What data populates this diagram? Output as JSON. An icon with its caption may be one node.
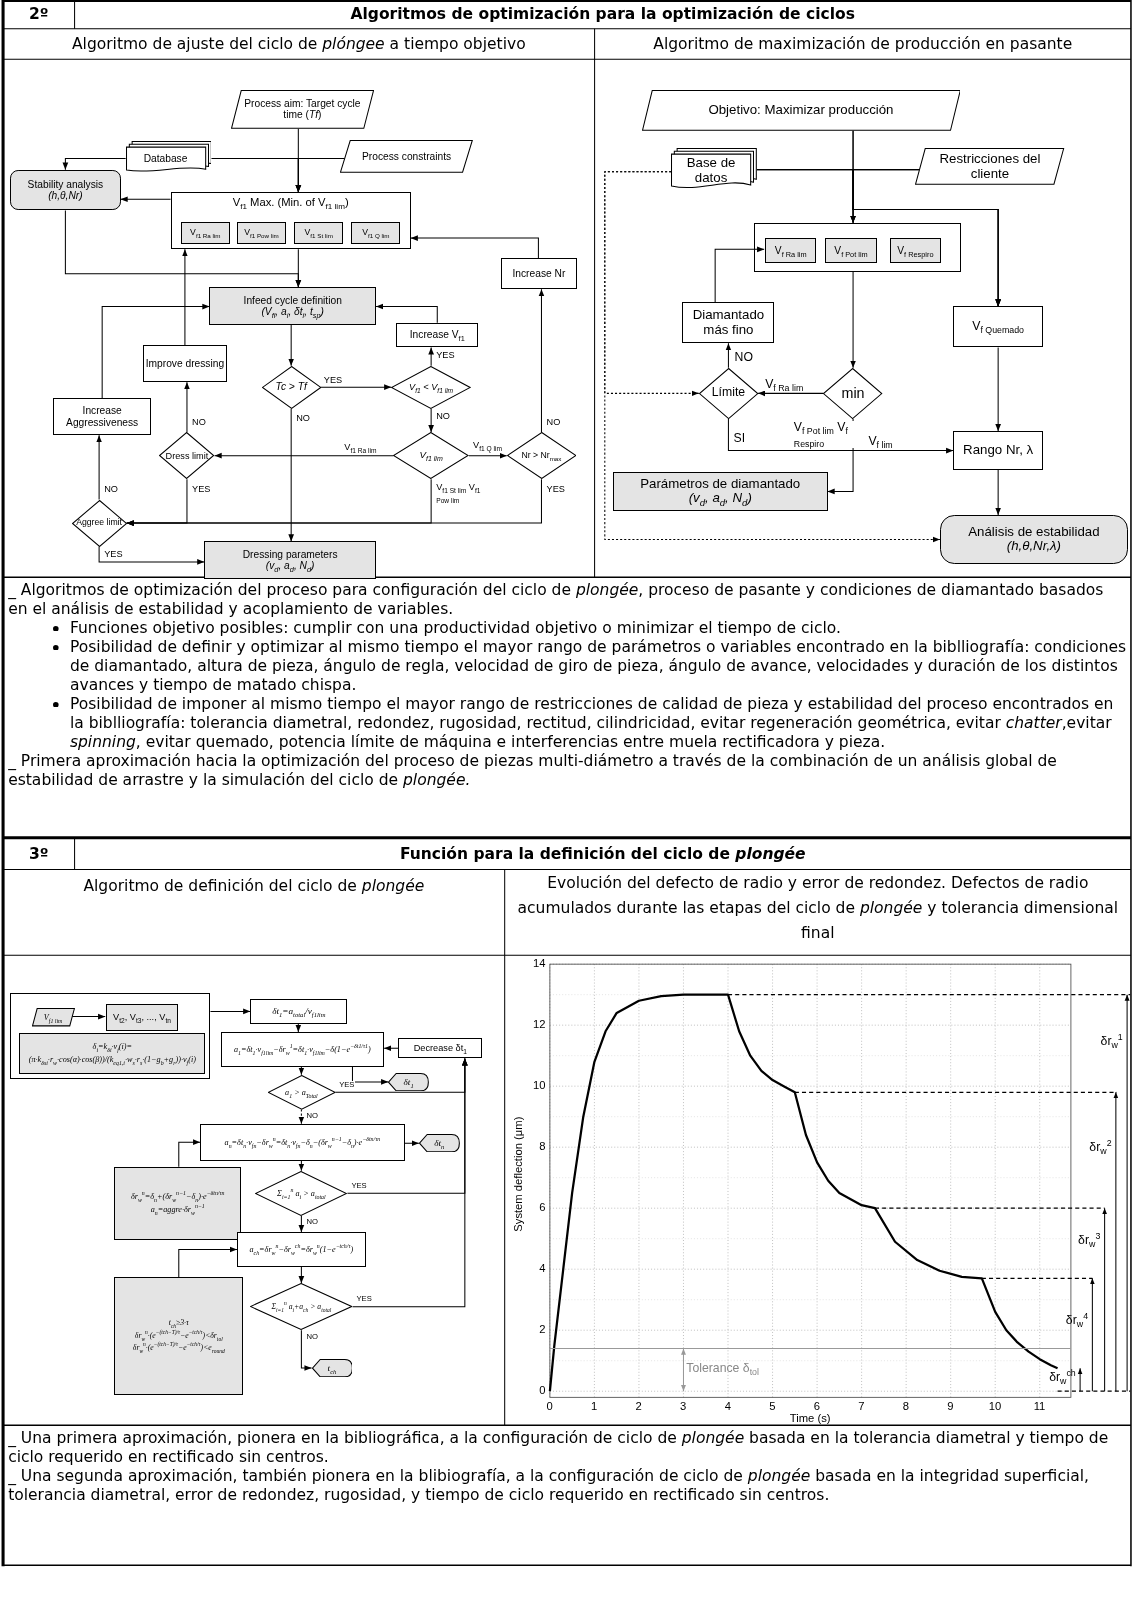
{
  "diagram": {
    "nodes": [
      {
        "text": [
          "Process aim: Target cycle time (*Tf*)"
        ]
      },
      {
        "text": [
          "Database"
        ]
      },
      {
        "text": [
          "Process constraints"
        ]
      },
      {
        "text": [
          "Stability analysis",
          "(h,θ,Nr)"
        ]
      },
      {
        "text": [
          "V$_{f1}$ Max. (Min. of V$_{f1 lim}$)"
        ]
      },
      {
        "text": [
          "V$_{f1 Ra lim}$"
        ],
        "in": 4
      },
      {
        "text": [
          "V$_{f1 Pow lim}$"
        ],
        "in": 4
      },
      {
        "text": [
          "V$_{f1 St lim}$"
        ],
        "in": 4
      },
      {
        "text": [
          "V$_{f1 Q lim}$"
        ],
        "in": 4
      },
      {
        "text": [
          "Increase Nr"
        ]
      },
      {
        "text": [
          "Infeed cycle definition",
          "(V$_{fi}$, a$_{i}$, δt$_{i}$, t$_{sp}$)"
        ]
      },
      {
        "text": [
          "Increase V$_{f1}$"
        ]
      },
      {
        "text": [
          "Improve dressing"
        ]
      },
      {
        "text": [
          "Tc > Tf"
        ]
      },
      {
        "text": [
          "V$_{f1}$ < V$_{f1 lim}$"
        ]
      },
      {
        "text": [
          "Increase Aggressiveness"
        ]
      },
      {
        "text": [
          "Dress limit"
        ]
      },
      {
        "text": [
          "V$_{f1 lim}$"
        ]
      },
      {
        "text": [
          "Nr > Nr$_{max}$"
        ]
      },
      {
        "text": [
          "Aggree limit"
        ]
      },
      {
        "text": [
          "Dressing parameters",
          "(v$_{d}$, a$_{d}$, N$_{d}$)"
        ]
      },
      {
        "text": [
          "Objetivo: Maximizar producción"
        ]
      },
      {
        "text": [
          "Base de datos"
        ]
      },
      {
        "text": [
          "Restricciones del cliente"
        ]
      },
      {
        "text": [],
        "shape": "box"
      },
      {
        "text": [
          "V$_{f Ra lim}$"
        ],
        "in": 24
      },
      {
        "text": [
          "V$_{f Pot lim}$"
        ],
        "in": 24
      },
      {
        "text": [
          "V$_{f Respiro}$"
        ],
        "in": 24
      },
      {
        "text": [
          "Diamantado más fino"
        ]
      },
      {
        "text": [
          "V$_{f Quemado}$"
        ]
      },
      {
        "text": [
          "Límite"
        ]
      },
      {
        "text": [
          "min"
        ]
      },
      {
        "text": [
          "Rango Nr, λ"
        ]
      },
      {
        "text": [
          "Parámetros de diamantado",
          "(v$_{d}$, a$_{d}$, N$_{d}$)"
        ]
      },
      {
        "text": [
          "Análisis de estabilidad",
          "(h,θ,Nr,λ)"
        ]
      },
      {
        "text": [],
        "shape": "box"
      },
      {
        "text": [
          "V$_{f1 lim}$"
        ],
        "in": 35
      },
      {
        "text": [
          "V$_{t2}$, V$_{t3}$, ..., V$_{tn}$"
        ],
        "in": 35
      },
      {
        "text": [
          "δ$_{i}$=k$_{δi}$·v$_{f}$(i)=(π·k$_{δsi}$·r$_{w}$·cos(α)·cos(β))/(k$_{eq1,i}$·w$_{s}$·r$_{s}$·(1−g$_{b}$+g$_{r}$))·v$_{f}$(i)"
        ],
        "in": 35
      },
      {
        "text": [
          "δt$_{1}$=a$_{total}$/v$_{f1lim}$"
        ]
      },
      {
        "text": [
          "a$_{1}$=δt$_{1}$·v$_{f1lim}$−δr$_{w}$$^{1}$=δt$_{1}$·v$_{f1lim}$−δ(1−e$^{−δt1/τ1}$)"
        ]
      },
      {
        "text": [
          "Decrease δt$_{1}$"
        ]
      },
      {
        "text": [
          "δt$_{1}$"
        ]
      },
      {
        "text": [
          "a$_{1}$ > a$_{Total}$"
        ]
      },
      {
        "text": [
          "a$_{n}$=δt$_{n}$·v$_{fn}$−δr$_{w}$$^{n}$=δt$_{n}$·v$_{fn}$−δ$_{n}$−(δr$_{w}$$^{n−1}$−δ$_{n}$)·e$^{−δtn/τn}$"
        ]
      },
      {
        "text": [
          "δt$_{n}$"
        ]
      },
      {
        "text": [
          "δr$_{w}$$^{n}$=δ$_{n}$+(δr$_{w}$$^{n−1}$−δ$_{n}$)·e$^{−δtn/τn}$",
          "a$_{n}$=aggre·δr$_{w}$$^{n−1}$"
        ]
      },
      {
        "text": [
          "Σ$_{i=1}$$^{n}$ a$_{i}$ > a$_{total}$"
        ]
      },
      {
        "text": [
          "a$_{ch}$=δr$_{w}$$^{n}$−δr$_{w}$$^{ch}$=δr$_{w}$$^{n}$(1−e$^{−tch/τ}$)"
        ]
      },
      {
        "text": [
          "t$_{ch}$≥3·τ",
          "δr$_{w}$$^{n}$·(e$^{−(tch−T)/τ}$−e$^{−tch/τ}$)<δr$_{tol}$",
          "δr$_{w}$$^{n}$·(e$^{−(tch−T)/τ}$−e$^{−tch/τ}$)<e$_{round}$"
        ]
      },
      {
        "text": [
          "Σ$_{i=1}$$^{n}$ a$_{i}$+a$_{ch}$ > a$_{total}$"
        ]
      },
      {
        "text": [
          "t$_{ch}$"
        ]
      }
    ],
    "edges": [
      {
        "from": 0,
        "to": 4,
        "arrow": "to"
      },
      {
        "from": 1,
        "to": 4,
        "arrow": "to"
      },
      {
        "from": 2,
        "to": 4,
        "arrow": "to"
      },
      {
        "from": 1,
        "to": 3,
        "arrow": "to"
      },
      {
        "from": 4,
        "to": 3,
        "arrow": "to"
      },
      {
        "from": 3,
        "to": 10,
        "arrow": "to"
      },
      {
        "from": 4,
        "to": 10,
        "arrow": "to"
      },
      {
        "from": 10,
        "to": 13,
        "arrow": "to"
      },
      {
        "from": 13,
        "to": 14,
        "arrow": "to",
        "label": "YES"
      },
      {
        "from": 13,
        "to": 20,
        "arrow": "to",
        "label": "NO"
      },
      {
        "from": 14,
        "to": 11,
        "arrow": "to",
        "label": "YES"
      },
      {
        "from": 11,
        "to": 10,
        "arrow": "to"
      },
      {
        "from": 14,
        "to": 17,
        "arrow": "to",
        "label": "NO"
      },
      {
        "from": 17,
        "to": 16,
        "arrow": "to",
        "label": "V$_{f1 Ra lim}$"
      },
      {
        "from": 17,
        "to": 18,
        "arrow": "to",
        "label": "V$_{f1 Q lim}$"
      },
      {
        "from": 17,
        "to": 19,
        "arrow": "to",
        "label": "V$_{f1 St lim}$ V$_{f1 Pow lim}$"
      },
      {
        "from": 18,
        "to": 9,
        "arrow": "to",
        "label": "NO"
      },
      {
        "from": 18,
        "to": 19,
        "arrow": "to",
        "label": "YES"
      },
      {
        "from": 9,
        "to": 4,
        "arrow": "to"
      },
      {
        "from": 16,
        "to": 12,
        "arrow": "to",
        "label": "NO"
      },
      {
        "from": 16,
        "to": 19,
        "arrow": "to",
        "label": "YES"
      },
      {
        "from": 12,
        "to": 4,
        "arrow": "to"
      },
      {
        "from": 19,
        "to": 15,
        "arrow": "to",
        "label": "NO"
      },
      {
        "from": 15,
        "to": 10,
        "arrow": "to"
      },
      {
        "from": 19,
        "to": 20,
        "arrow": "to",
        "label": "YES"
      },
      {
        "from": 21,
        "to": 24,
        "arrow": "to"
      },
      {
        "from": 21,
        "to": 29,
        "arrow": "to"
      },
      {
        "from": 22,
        "to": 24,
        "arrow": "to"
      },
      {
        "from": 22,
        "to": 29,
        "arrow": "to"
      },
      {
        "from": 23,
        "to": 24,
        "arrow": "to"
      },
      {
        "from": 23,
        "to": 29,
        "arrow": "to"
      },
      {
        "from": 24,
        "to": 31,
        "arrow": "to"
      },
      {
        "from": 31,
        "to": 30,
        "arrow": "to",
        "label": "V$_{f Ra lim}$"
      },
      {
        "from": 31,
        "to": 33,
        "arrow": "to",
        "label": "V$_{f Pot lim}$ V$_{f Respiro}$"
      },
      {
        "from": 30,
        "to": 28,
        "arrow": "to",
        "label": "NO"
      },
      {
        "from": 28,
        "to": 25,
        "arrow": "to"
      },
      {
        "from": 30,
        "to": 32,
        "arrow": "to",
        "label": "SI"
      },
      {
        "from": 29,
        "to": 32,
        "arrow": "to"
      },
      {
        "from": 32,
        "to": 34,
        "arrow": "to"
      },
      {
        "from": 22,
        "to": 30,
        "arrow": "to",
        "style": "dashed"
      },
      {
        "from": 22,
        "to": 34,
        "arrow": "to",
        "style": "dashed"
      },
      {
        "from": 35,
        "to": 39,
        "arrow": "to"
      },
      {
        "from": 36,
        "to": 37,
        "arrow": "to"
      },
      {
        "from": 39,
        "to": 40,
        "arrow": "to"
      },
      {
        "from": 40,
        "to": 42,
        "arrow": "to"
      },
      {
        "from": 41,
        "to": 40,
        "arrow": "to"
      },
      {
        "from": 40,
        "to": 43,
        "arrow": "to"
      },
      {
        "from": 43,
        "to": 41,
        "arrow": "to",
        "label": "YES"
      },
      {
        "from": 43,
        "to": 44,
        "arrow": "to",
        "label": "NO",
        "style": "dashed"
      },
      {
        "from": 44,
        "to": 45,
        "arrow": "to"
      },
      {
        "from": 44,
        "to": 47,
        "arrow": "to"
      },
      {
        "from": 46,
        "to": 44,
        "arrow": "to"
      },
      {
        "from": 47,
        "to": 41,
        "arrow": "to",
        "label": "YES"
      },
      {
        "from": 47,
        "to": 48,
        "arrow": "to",
        "label": "NO"
      },
      {
        "from": 49,
        "to": 48,
        "arrow": "to"
      },
      {
        "from": 48,
        "to": 50,
        "arrow": "to"
      },
      {
        "from": 50,
        "to": 41,
        "arrow": "to",
        "label": "YES"
      },
      {
        "from": 50,
        "to": 51,
        "arrow": "to",
        "label": "NO"
      }
    ],
    "labels": [
      "2º",
      "Algoritmos de optimización para la optimización de ciclos",
      "Algoritmo de ajuste del ciclo de *plóngee* a tiempo objetivo",
      "Algoritmo de maximización de producción en pasante",
      "V$_{f lim}$",
      "_ Algoritmos de optimización del proceso para configuración del ciclo de *plongée*, proceso de pasante y condiciones de diamantado basados en el análisis de estabilidad y acoplamiento de variables.",
      "Funciones objetivo posibles: cumplir con una productividad objetivo o minimizar el tiempo de ciclo.",
      "Posibilidad de definir y optimizar al mismo tiempo el mayor rango de parámetros o variables encontrado en la biblliografía: condiciones de diamantado, altura de pieza, ángulo de regla, velocidad de giro de pieza, ángulo de avance, velocidades y duración de los distintos avances y tiempo de matado chispa.",
      "Posibilidad de imponer al mismo tiempo el mayor rango de restricciones de calidad de pieza y estabilidad del proceso encontrados en la biblliografía: tolerancia diametral, redondez, rugosidad, rectitud, cilindricidad, evitar regeneración geométrica, evitar *chatter*,evitar *spinning*, evitar quemado, potencia límite de máquina e interferencias entre muela rectificadora y pieza.",
      "_ Primera aproximación hacia la optimización del proceso de piezas multi-diámetro a través de la combinación de un análisis global de estabilidad de arrastre y la simulación del ciclo de *plongée.*",
      "3º",
      "Función para la definición del ciclo de *plongée*",
      "Algoritmo de definición del ciclo de *plongée*",
      "Evolución del defecto de radio y error de redondez. Defectos de radio acumulados durante las etapas del ciclo de *plongée* y tolerancia dimensional final",
      "_ Una primera aproximación, pionera en la bibliográfica, a la configuración de ciclo de *plongée* basada en la tolerancia diametral y tiempo de ciclo requerido en rectificado sin centros.",
      "_ Una segunda aproximación, también pionera en la blibiografía, a la configuración de ciclo de *plongée* basada en la integridad superficial, tolerancia diametral, error de redondez, rugosidad, y tiempo de ciclo requerido en rectificado sin centros."
    ],
    "chart_data": {
      "type": "line",
      "xlabel": "Time (s)",
      "ylabel": "System deflection (μm)",
      "xlim": [
        0,
        11.7
      ],
      "ylim": [
        -0.2,
        14
      ],
      "xticks": [
        0,
        1,
        2,
        3,
        4,
        5,
        6,
        7,
        8,
        9,
        10,
        11
      ],
      "yticks": [
        0,
        2,
        4,
        6,
        8,
        10,
        12,
        14
      ],
      "x": [
        0,
        0.1,
        0.3,
        0.5,
        0.75,
        1,
        1.25,
        1.5,
        2,
        2.5,
        3,
        3.5,
        4,
        4.25,
        4.5,
        4.75,
        5,
        5.25,
        5.5,
        5.75,
        6,
        6.25,
        6.5,
        7,
        7.3,
        7.75,
        8.25,
        8.75,
        9.25,
        9.7,
        10,
        10.25,
        10.5,
        10.75,
        11,
        11.25,
        11.4
      ],
      "series": [
        {
          "color": "#000000",
          "values": [
            0,
            1.5,
            4,
            6.5,
            9,
            10.8,
            11.8,
            12.4,
            12.8,
            12.95,
            13,
            13,
            13,
            11.8,
            11,
            10.5,
            10.2,
            10,
            9.8,
            8.4,
            7.5,
            6.9,
            6.5,
            6.1,
            6,
            4.9,
            4.3,
            3.95,
            3.75,
            3.7,
            2.6,
            2.0,
            1.6,
            1.3,
            1.05,
            0.85,
            0.75
          ]
        }
      ],
      "grid": true,
      "ref_lines": [
        {
          "axis": "y",
          "value": 13,
          "color": "#000000"
        },
        {
          "axis": "y",
          "value": 9.8,
          "color": "#000000"
        },
        {
          "axis": "y",
          "value": 6,
          "color": "#000000"
        },
        {
          "axis": "y",
          "value": 3.7,
          "color": "#000000"
        },
        {
          "axis": "y",
          "value": 1.4,
          "color": "#999999"
        }
      ],
      "annotations": [
        "Tolerance δ$_{tol}$",
        "δr$_{w}$$^{1}$",
        "δr$_{w}$$^{2}$",
        "δr$_{w}$$^{3}$",
        "δr$_{w}$$^{4}$",
        "δr$_{w}$$^{ch}$"
      ]
    }
  }
}
